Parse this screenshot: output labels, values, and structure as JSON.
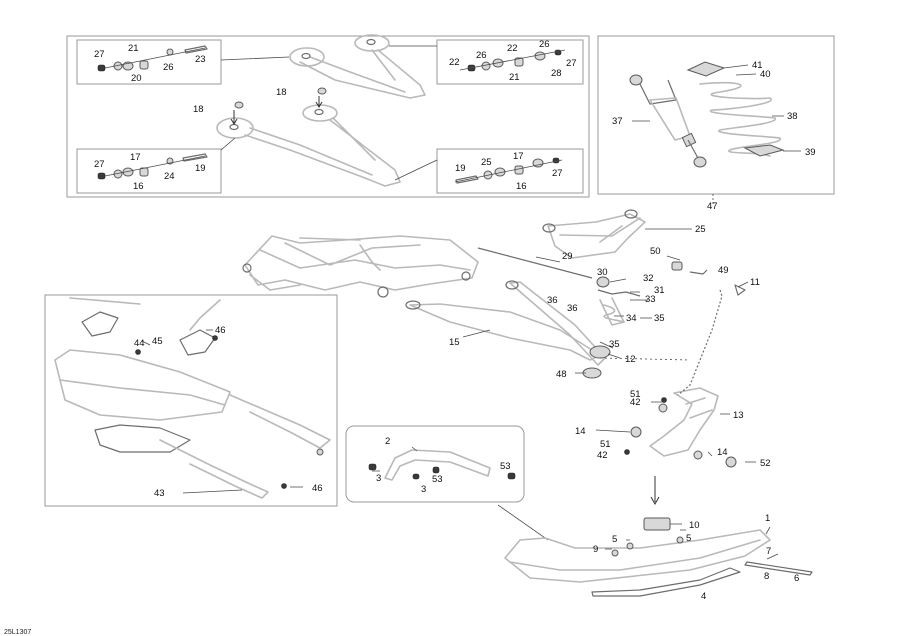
{
  "drawing_code": "25L1307",
  "callouts": [
    {
      "id": "c1",
      "text": "1"
    },
    {
      "id": "c2",
      "text": "2"
    },
    {
      "id": "c3a",
      "text": "3"
    },
    {
      "id": "c3b",
      "text": "3"
    },
    {
      "id": "c4",
      "text": "4"
    },
    {
      "id": "c5a",
      "text": "5"
    },
    {
      "id": "c5b",
      "text": "5"
    },
    {
      "id": "c6",
      "text": "6"
    },
    {
      "id": "c7",
      "text": "7"
    },
    {
      "id": "c8",
      "text": "8"
    },
    {
      "id": "c9",
      "text": "9"
    },
    {
      "id": "c10",
      "text": "10"
    },
    {
      "id": "c11",
      "text": "11"
    },
    {
      "id": "c12",
      "text": "12"
    },
    {
      "id": "c13",
      "text": "13"
    },
    {
      "id": "c14a",
      "text": "14"
    },
    {
      "id": "c14b",
      "text": "14"
    },
    {
      "id": "c15",
      "text": "15"
    },
    {
      "id": "c16a",
      "text": "16"
    },
    {
      "id": "c16b",
      "text": "16"
    },
    {
      "id": "c17a",
      "text": "17"
    },
    {
      "id": "c17b",
      "text": "17"
    },
    {
      "id": "c18a",
      "text": "18"
    },
    {
      "id": "c18b",
      "text": "18"
    },
    {
      "id": "c19a",
      "text": "19"
    },
    {
      "id": "c19b",
      "text": "19"
    },
    {
      "id": "c20",
      "text": "20"
    },
    {
      "id": "c21a",
      "text": "21"
    },
    {
      "id": "c21b",
      "text": "21"
    },
    {
      "id": "c22a",
      "text": "22"
    },
    {
      "id": "c22b",
      "text": "22"
    },
    {
      "id": "c23",
      "text": "23"
    },
    {
      "id": "c24",
      "text": "24"
    },
    {
      "id": "c25a",
      "text": "25"
    },
    {
      "id": "c25b",
      "text": "25"
    },
    {
      "id": "c26a",
      "text": "26"
    },
    {
      "id": "c26b",
      "text": "26"
    },
    {
      "id": "c26c",
      "text": "26"
    },
    {
      "id": "c27a",
      "text": "27"
    },
    {
      "id": "c27b",
      "text": "27"
    },
    {
      "id": "c27c",
      "text": "27"
    },
    {
      "id": "c27d",
      "text": "27"
    },
    {
      "id": "c28",
      "text": "28"
    },
    {
      "id": "c29",
      "text": "29"
    },
    {
      "id": "c30",
      "text": "30"
    },
    {
      "id": "c31",
      "text": "31"
    },
    {
      "id": "c32",
      "text": "32"
    },
    {
      "id": "c33",
      "text": "33"
    },
    {
      "id": "c34",
      "text": "34"
    },
    {
      "id": "c35a",
      "text": "35"
    },
    {
      "id": "c35b",
      "text": "35"
    },
    {
      "id": "c36a",
      "text": "36"
    },
    {
      "id": "c36b",
      "text": "36"
    },
    {
      "id": "c37",
      "text": "37"
    },
    {
      "id": "c38",
      "text": "38"
    },
    {
      "id": "c39",
      "text": "39"
    },
    {
      "id": "c40",
      "text": "40"
    },
    {
      "id": "c41",
      "text": "41"
    },
    {
      "id": "c42a",
      "text": "42"
    },
    {
      "id": "c42b",
      "text": "42"
    },
    {
      "id": "c43",
      "text": "43"
    },
    {
      "id": "c44",
      "text": "44"
    },
    {
      "id": "c45",
      "text": "45"
    },
    {
      "id": "c46a",
      "text": "46"
    },
    {
      "id": "c46b",
      "text": "46"
    },
    {
      "id": "c47",
      "text": "47"
    },
    {
      "id": "c48",
      "text": "48"
    },
    {
      "id": "c49",
      "text": "49"
    },
    {
      "id": "c50",
      "text": "50"
    },
    {
      "id": "c51a",
      "text": "51"
    },
    {
      "id": "c51b",
      "text": "51"
    },
    {
      "id": "c52",
      "text": "52"
    },
    {
      "id": "c53a",
      "text": "53"
    },
    {
      "id": "c53b",
      "text": "53"
    }
  ]
}
